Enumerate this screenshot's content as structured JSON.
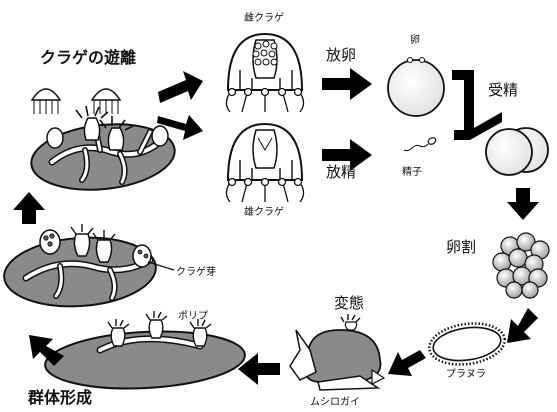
{
  "labels": {
    "medusa_release": "クラゲの遊離",
    "female_medusa": "雌クラゲ",
    "male_medusa": "雄クラゲ",
    "spawn_eggs": "放卵",
    "egg": "卵",
    "spawn_sperm": "放精",
    "sperm": "精子",
    "fertilization": "受精",
    "cleavage": "卵割",
    "planula": "プラヌラ",
    "metamorphosis": "変態",
    "settled_larva": "ムシロガイ",
    "polyp": "ポリプ",
    "medusa_bud": "クラゲ芽",
    "colony_formation": "群体形成"
  },
  "colors": {
    "line": "#111111",
    "fill_gray": "#8a8a8a",
    "fill_dark": "#5a5a5a",
    "fill_white": "#ffffff"
  }
}
